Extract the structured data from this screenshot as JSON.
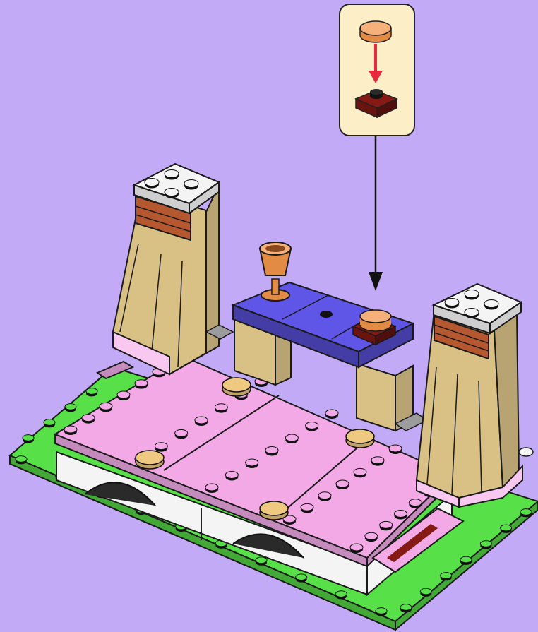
{
  "page": {
    "background": "#c2aaf6"
  },
  "callout": {
    "panel_fill": "#fcefc8",
    "arrow_color": "#e8283c",
    "part_top": "round-tile-orange-1x1",
    "part_bottom": "plate-dark-red-1x1"
  },
  "palette": {
    "green": "#58e048",
    "pink": "#f2a9e6",
    "pink_light": "#f8c8f0",
    "tan": "#d9c186",
    "white": "#f4f4f4",
    "brick_red": "#b5572f",
    "blue": "#5f55e6",
    "orange": "#e28b45",
    "gold": "#f0c980",
    "gray": "#9c9c9c",
    "dark_red": "#6a1410"
  },
  "model": {
    "name": "lego-stage-build-step",
    "parts_shown": [
      "green-baseplate",
      "pink-floor-plates",
      "left-tan-pillar",
      "right-tan-pillar",
      "blue-arch-bench",
      "orange-goblet",
      "gold-round-tiles",
      "orange-round-tile"
    ]
  }
}
